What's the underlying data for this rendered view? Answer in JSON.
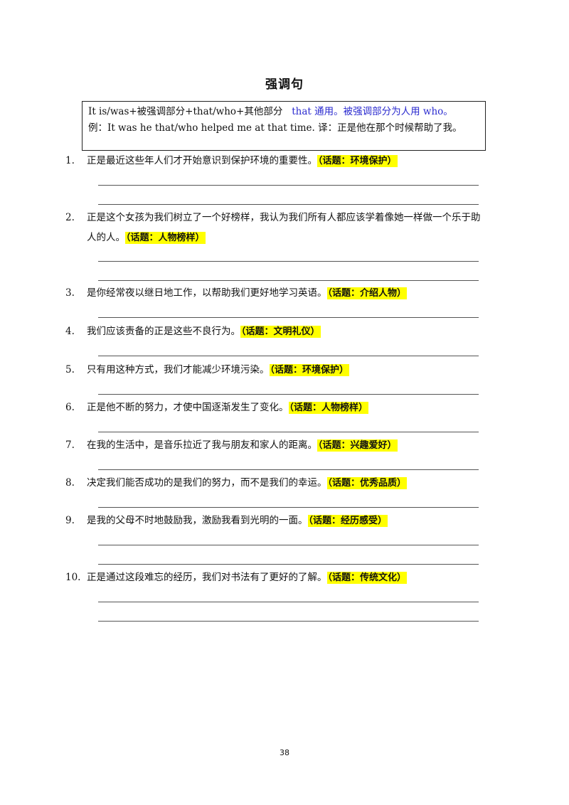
{
  "page": {
    "title": "强调句",
    "page_number": "38"
  },
  "rule": {
    "formula": "It is/was+被强调部分+that/who+其他部分",
    "note": "that 通用。被强调部分为人用 who。",
    "example": "例：It was he that/who helped me at that time. 译：正是他在那个时候帮助了我。"
  },
  "items": [
    {
      "num": "1.",
      "text": "正是最近这些年人们才开始意识到保护环境的重要性。",
      "topic": "（话题：环境保护）"
    },
    {
      "num": "2.",
      "text": "正是这个女孩为我们树立了一个好榜样，我认为我们所有人都应该学着像她一样做一个乐于助人的人。",
      "topic": "（话题：人物榜样）"
    },
    {
      "num": "3.",
      "text": "是你经常夜以继日地工作，以帮助我们更好地学习英语。",
      "topic": "（话题：介绍人物）"
    },
    {
      "num": "4.",
      "text": "我们应该责备的正是这些不良行为。",
      "topic": "（话题：文明礼仪）"
    },
    {
      "num": "5.",
      "text": "只有用这种方式，我们才能减少环境污染。",
      "topic": "（话题：环境保护）"
    },
    {
      "num": "6.",
      "text": "正是他不断的努力，才使中国逐渐发生了变化。",
      "topic": "（话题：人物榜样）"
    },
    {
      "num": "7.",
      "text": "在我的生活中，是音乐拉近了我与朋友和家人的距离。",
      "topic": "（话题：兴趣爱好）"
    },
    {
      "num": "8.",
      "text": "决定我们能否成功的是我们的努力，而不是我们的幸运。",
      "topic": "（话题：优秀品质）"
    },
    {
      "num": "9.",
      "text": "是我的父母不时地鼓励我，激励我看到光明的一面。",
      "topic": "（话题：经历感受）"
    },
    {
      "num": "10.",
      "text": "正是通过这段难忘的经历，我们对书法有了更好的了解。",
      "topic": "（话题：传统文化）"
    }
  ],
  "colors": {
    "highlight": "#ffff00",
    "note_blue": "#2a2acf"
  }
}
